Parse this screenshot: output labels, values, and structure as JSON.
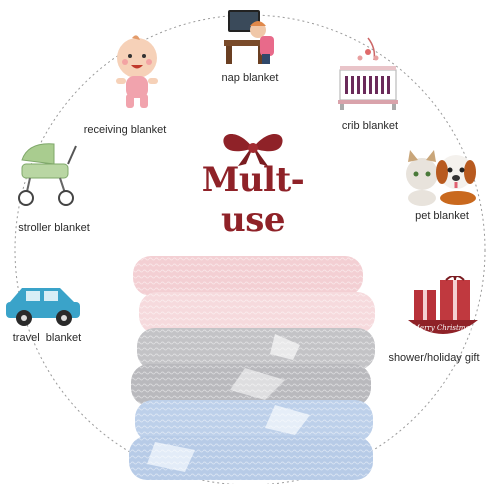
{
  "title": "Mult-use",
  "uses": {
    "nap": "nap blanket",
    "receiving": "receiving blanket",
    "crib": "crib blanket",
    "stroller": "stroller blanket",
    "pet": "pet blanket",
    "travel": "travel  blanket",
    "gift": "shower/holiday gift"
  },
  "gift_card_text": "Merry Christmas",
  "colors": {
    "accent": "#8f2228",
    "circle": "#9a9a9a",
    "pink": "#f3cfd3",
    "gray": "#c3c3c6",
    "blue": "#bdd0ea",
    "car": "#3aa3c9",
    "stroller_green": "#a9cc8f"
  },
  "icons": [
    "sleeping-person-icon",
    "baby-icon",
    "crib-icon",
    "stroller-icon",
    "pets-icon",
    "car-icon",
    "gift-boxes-icon",
    "bow-icon"
  ]
}
